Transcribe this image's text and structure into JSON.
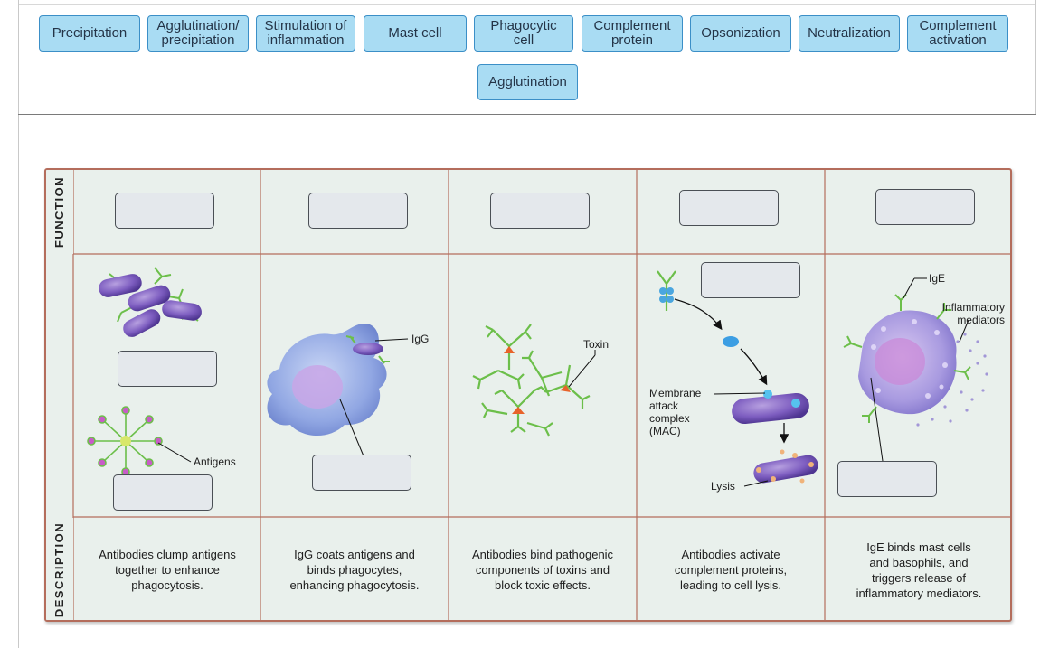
{
  "word_bank": [
    "Precipitation",
    "Agglutination/\nprecipitation",
    "Stimulation of\ninflammation",
    "Mast cell",
    "Phagocytic\ncell",
    "Complement\nprotein",
    "Opsonization",
    "Neutralization",
    "Complement\nactivation",
    "Agglutination"
  ],
  "side_labels": {
    "function": "FUNCTION",
    "description": "DESCRIPTION"
  },
  "labels": {
    "antigens": "Antigens",
    "igg": "IgG",
    "toxin": "Toxin",
    "mac": "Membrane\nattack\ncomplex\n(MAC)",
    "lysis": "Lysis",
    "ige": "IgE",
    "mediators": "Inflammatory\nmediators"
  },
  "descriptions": [
    "Antibodies clump antigens\ntogether to enhance\nphagocytosis.",
    "IgG coats antigens and\nbinds phagocytes,\nenhancing phagocytosis.",
    "Antibodies bind pathogenic\ncomponents of toxins and\nblock toxic effects.",
    "Antibodies activate\ncomplement proteins,\nleading to cell lysis.",
    "IgE binds mast cells\nand basophils, and\ntriggers release of\ninflammatory mediators."
  ],
  "colors": {
    "chip_fill": "#a9dcf3",
    "chip_border": "#3b8fc7",
    "diagram_bg": "#e9f0ec",
    "grid_lines": "#b46d5c"
  }
}
